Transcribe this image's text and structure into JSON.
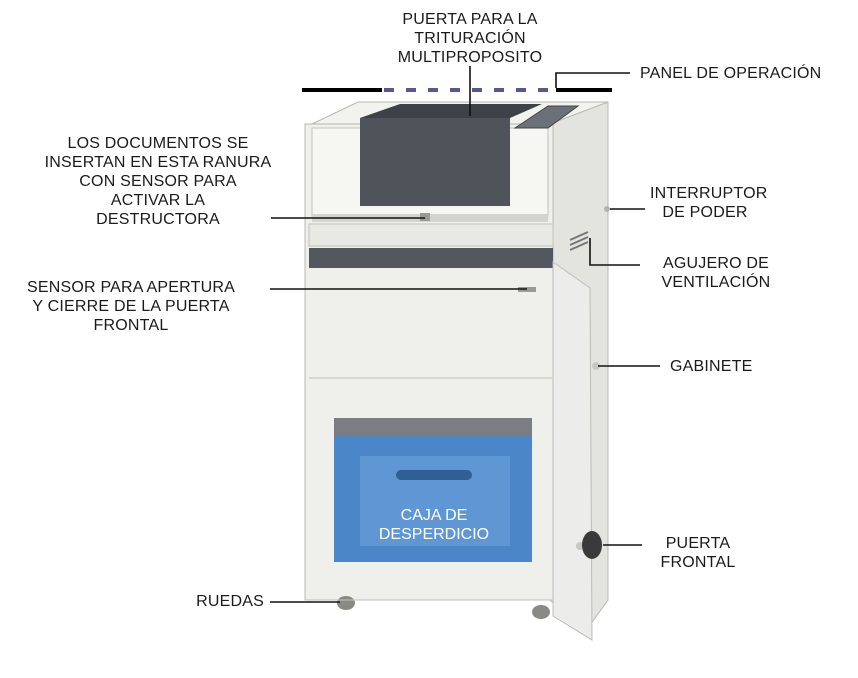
{
  "labels": {
    "puerta_trituracion": [
      "PUERTA PARA LA",
      "TRITURACIÓN",
      "MULTIPROPOSITO"
    ],
    "panel_operacion": [
      "PANEL DE OPERACIÓN"
    ],
    "documentos_ranura": [
      "LOS DOCUMENTOS SE",
      "INSERTAN EN ESTA RANURA",
      "CON SENSOR PARA",
      "ACTIVAR LA",
      "DESTRUCTORA"
    ],
    "interruptor_poder": [
      "INTERRUPTOR",
      "DE PODER"
    ],
    "agujero_ventilacion": [
      "AGUJERO DE",
      "VENTILACIÓN"
    ],
    "sensor_puerta": [
      "SENSOR PARA APERTURA",
      "Y CIERRE DE LA PUERTA",
      "FRONTAL"
    ],
    "gabinete": [
      "GABINETE"
    ],
    "caja_desperdicio": [
      "CAJA DE",
      "DESPERDICIO"
    ],
    "puerta_frontal": [
      "PUERTA",
      "FRONTAL"
    ],
    "ruedas": [
      "RUEDAS"
    ]
  },
  "colors": {
    "cabinet": "#eeeeea",
    "cabinet_shade": "#dcdcd6",
    "dark_panel": "#4b4f55",
    "waste_box": "#3f7fc4",
    "line": "#111111"
  }
}
